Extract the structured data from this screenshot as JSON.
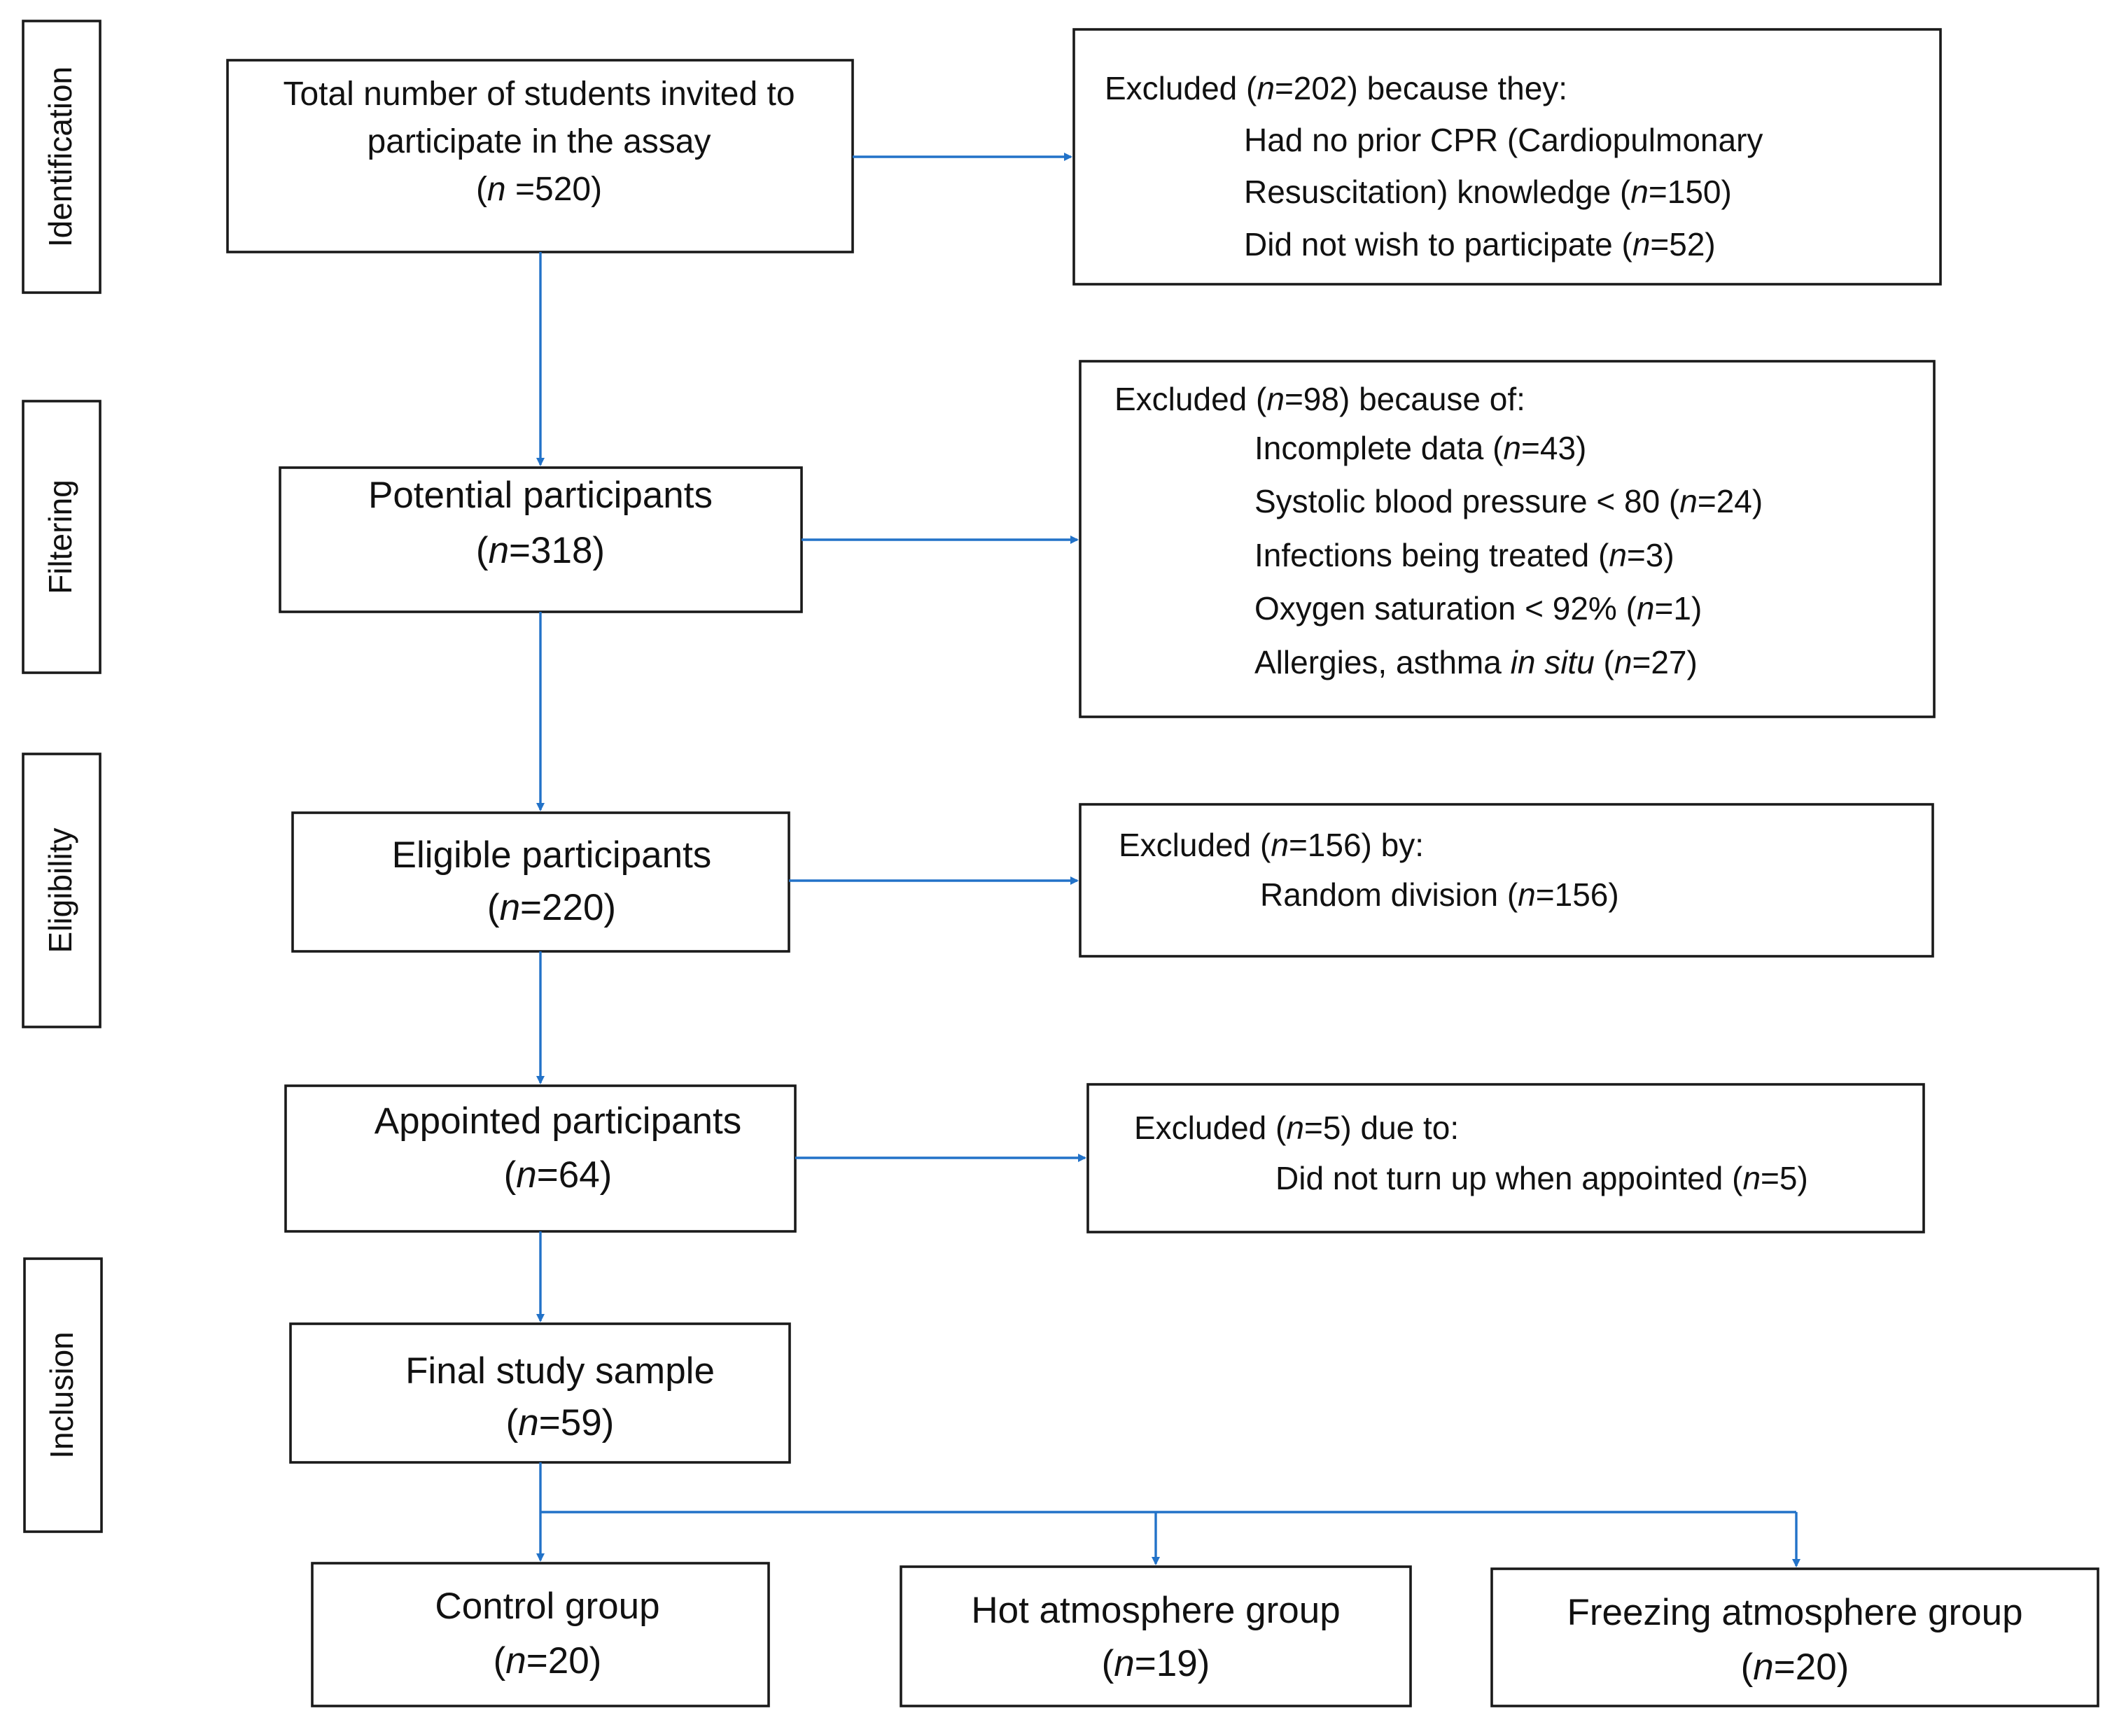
{
  "stages": {
    "identification": "Identification",
    "filtering": "Filtering",
    "eligibility": "Eligibility",
    "inclusion": "Inclusion"
  },
  "n": "n",
  "invited": {
    "line1": "Total number of students invited to",
    "line2": "participate in the assay",
    "count": " =520)"
  },
  "potential": {
    "label": "Potential participants",
    "count": "=318)"
  },
  "eligible": {
    "label": "Eligible participants",
    "count": "=220)"
  },
  "appointed": {
    "label": "Appointed participants",
    "count": "=64)"
  },
  "final": {
    "label": "Final study sample",
    "count": "=59)"
  },
  "groups": {
    "control": {
      "label": "Control group",
      "count": "=20)"
    },
    "hot": {
      "label": "Hot atmosphere group",
      "count": "=19)"
    },
    "freezing": {
      "label": "Freezing atmosphere group",
      "count": "=20)"
    }
  },
  "excluded_1": {
    "head_pre": "Excluded (",
    "head_post": "=202) because they:",
    "item1_line1": "Had no prior CPR (Cardiopulmonary",
    "item1_line2_pre": "Resuscitation) knowledge (",
    "item1_line2_post": "=150)",
    "item2_pre": "Did not wish to participate (",
    "item2_post": "=52)"
  },
  "excluded_2": {
    "head_pre": "Excluded (",
    "head_post": "=98) because of:",
    "items": [
      {
        "pre": "Incomplete data (",
        "post": "=43)"
      },
      {
        "pre": "Systolic blood pressure < 80 (",
        "post": "=24)"
      },
      {
        "pre": "Infections being treated (",
        "post": "=3)"
      },
      {
        "pre": "Oxygen saturation < 92% (",
        "post": "=1)"
      },
      {
        "pre": "Allergies, asthma ",
        "mid": "in situ",
        "mid2": " (",
        "post": "=27)"
      }
    ]
  },
  "excluded_3": {
    "head_pre": "Excluded (",
    "head_post": "=156) by:",
    "item_pre": "Random division (",
    "item_post": "=156)"
  },
  "excluded_4": {
    "head_pre": "Excluded (",
    "head_post": "=5) due to:",
    "item_pre": "Did not turn up when appointed (",
    "item_post": "=5)"
  },
  "colors": {
    "arrow": "#2272c8",
    "stroke": "#1a1a1a"
  }
}
